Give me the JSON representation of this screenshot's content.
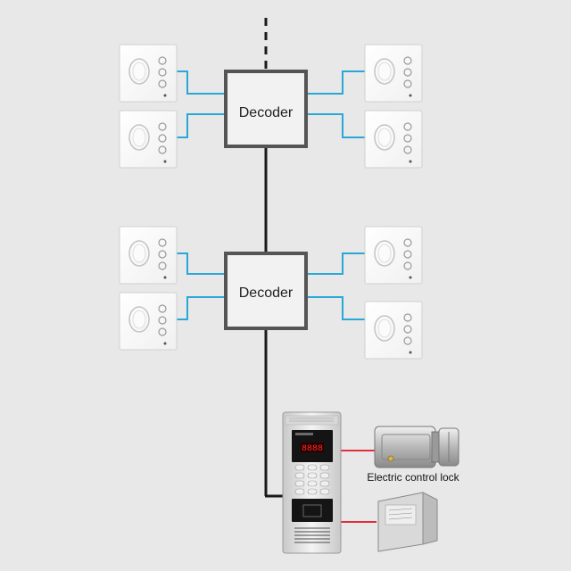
{
  "diagram": {
    "decoders": [
      {
        "label": "Decoder"
      },
      {
        "label": "Decoder"
      }
    ],
    "lock_label": "Electric control lock",
    "colors": {
      "background": "#e8e8e8",
      "bus_line": "#1a1a1a",
      "monitor_link": "#29a8d8",
      "lock_link": "#e0303c",
      "decoder_border": "#555555",
      "decoder_fill": "#f2f2f2"
    },
    "icons": {
      "monitor": "indoor-monitor-icon",
      "door_station": "door-station-panel-icon",
      "lock": "electric-lock-icon",
      "power_supply": "power-supply-box-icon"
    }
  }
}
